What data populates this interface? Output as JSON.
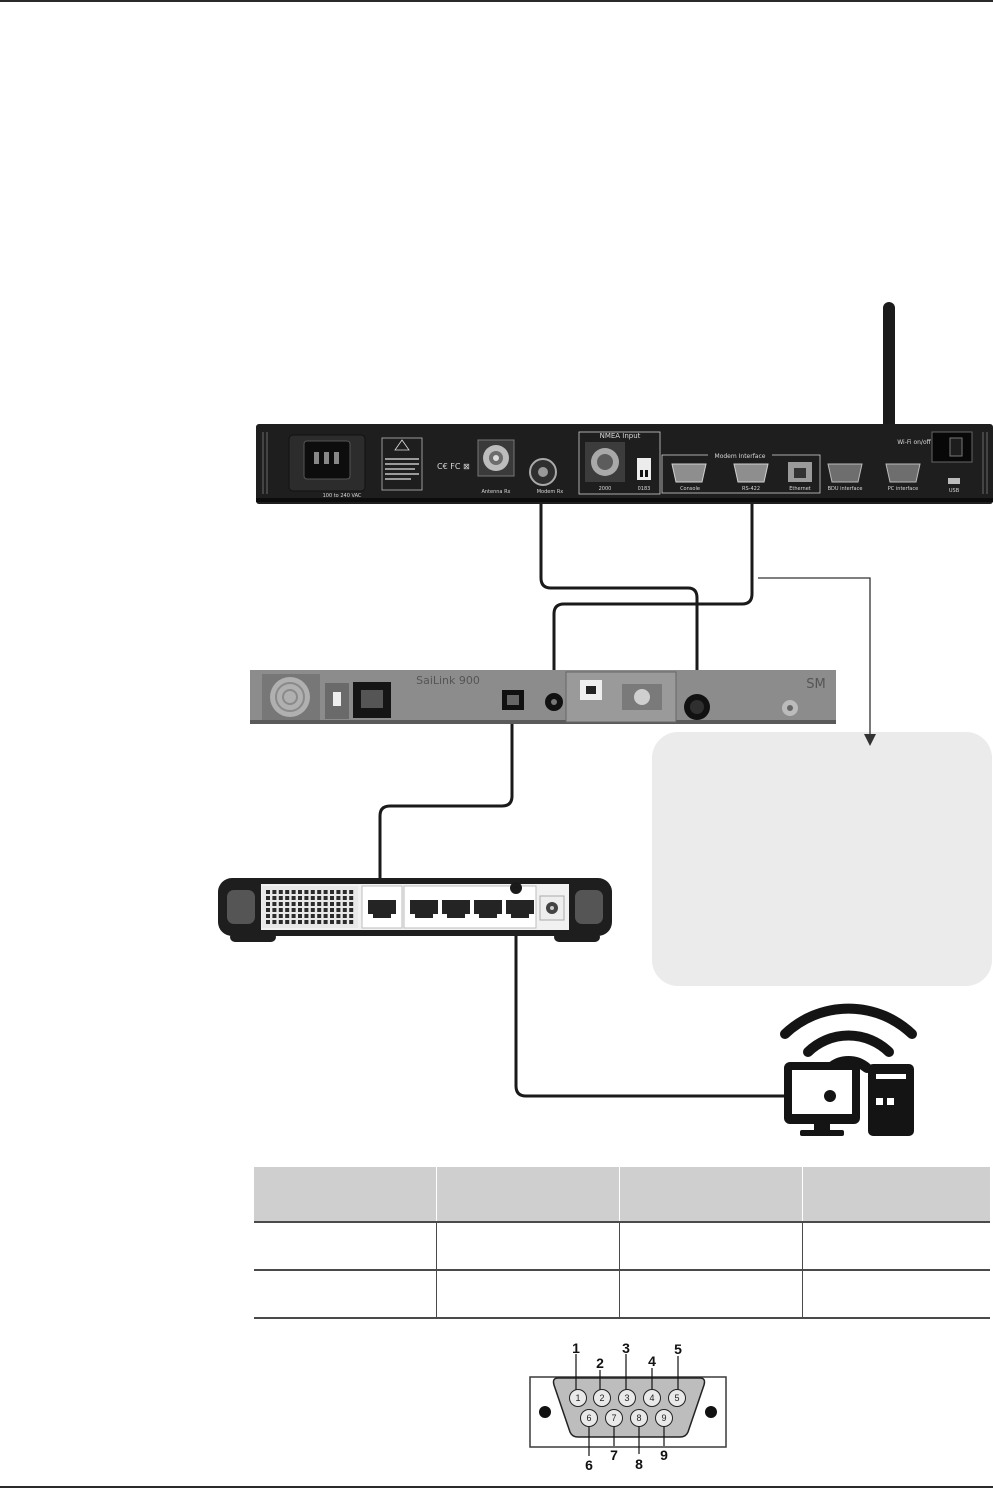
{
  "page": {
    "top_rule": "",
    "bottom_rule": ""
  },
  "antenna_unit": {
    "nmea_label": "NMEA Input",
    "modem_interface_label": "Modem Interface",
    "port_2000": "2000",
    "port_0183": "0183",
    "console_label": "Console",
    "rs422_label": "RS-422",
    "ethernet_label": "Ethernet",
    "bdu_interface_label": "BDU interface",
    "pc_interface_label": "PC interface",
    "wifi_label": "Wi-Fi on/off",
    "antenna_rx_label": "Antenna Rx",
    "modem_rx_label": "Modem Rx",
    "usb_label": "USB",
    "power_spec": "100 to 240 VAC"
  },
  "modem": {
    "model_label": "SaiLink 900",
    "brand_logo": "SM"
  },
  "table": {
    "headers": [
      "",
      "",
      "",
      ""
    ],
    "rows": [
      [
        "",
        "",
        "",
        ""
      ],
      [
        "",
        "",
        "",
        ""
      ]
    ]
  },
  "connector": {
    "pins_top": [
      "1",
      "2",
      "3",
      "4",
      "5"
    ],
    "pins_bottom": [
      "6",
      "7",
      "8",
      "9"
    ]
  },
  "colors": {
    "panel_dark": "#1e1e1e",
    "modem_grey": "#8c8c8c",
    "callout_bg": "#ebebeb",
    "cable": "#1a1a1a"
  }
}
